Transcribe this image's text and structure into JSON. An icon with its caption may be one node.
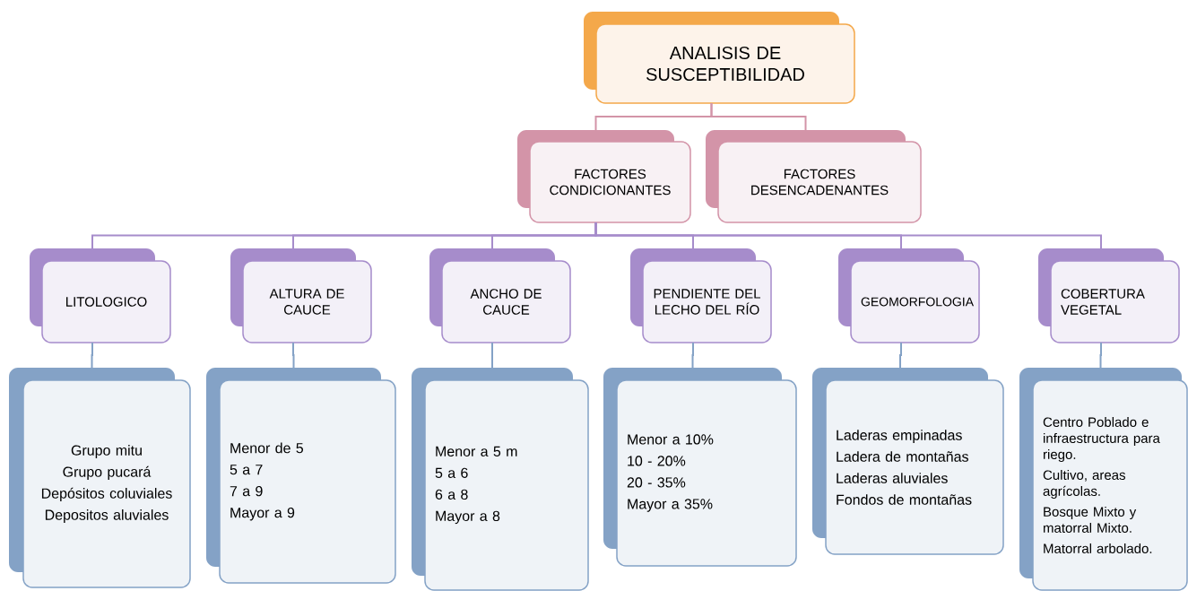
{
  "diagram": {
    "nodes": [
      {
        "text": [
          "ANALISIS DE SUSCEPTIBILIDAD"
        ]
      },
      {
        "text": [
          "FACTORES CONDICIONANTES"
        ]
      },
      {
        "text": [
          "FACTORES DESENCADENANTES"
        ]
      },
      {
        "text": [
          "LITOLOGICO"
        ]
      },
      {
        "text": [
          "ALTURA DE CAUCE"
        ]
      },
      {
        "text": [
          "ANCHO DE CAUCE"
        ]
      },
      {
        "text": [
          "PENDIENTE DEL LECHO DEL RÍO"
        ]
      },
      {
        "text": [
          "GEOMORFOLOGIA"
        ]
      },
      {
        "text": [
          "COBERTURA VEGETAL"
        ]
      },
      {
        "text": [
          "Grupo mitu",
          "Grupo pucará",
          "Depósitos coluviales",
          "Depositos aluviales"
        ]
      },
      {
        "text": [
          "Menor de 5",
          "5 a 7",
          "7 a 9",
          "Mayor a 9"
        ]
      },
      {
        "text": [
          "Menor a 5 m",
          "5 a 6",
          "6 a 8",
          "Mayor a 8"
        ]
      },
      {
        "text": [
          "Menor a 10%",
          "10 - 20%",
          "20 - 35%",
          "Mayor a 35%"
        ]
      },
      {
        "text": [
          "Laderas empinadas",
          "Ladera de montañas",
          "Laderas aluviales",
          "Fondos de montañas"
        ]
      },
      {
        "text": [
          "Centro Poblado e infraestructura para riego.",
          "Cultivo, areas agrícolas.",
          "Bosque Mixto y matorral Mixto.",
          "Matorral arbolado."
        ]
      }
    ],
    "edges": [
      {
        "from": 0,
        "to": 1,
        "arrow": "none",
        "color": "#d394a8"
      },
      {
        "from": 0,
        "to": 2,
        "arrow": "none",
        "color": "#d394a8"
      },
      {
        "from": 1,
        "to": 3,
        "arrow": "none",
        "color": "#a68ccb"
      },
      {
        "from": 1,
        "to": 4,
        "arrow": "none",
        "color": "#a68ccb"
      },
      {
        "from": 1,
        "to": 5,
        "arrow": "none",
        "color": "#a68ccb"
      },
      {
        "from": 1,
        "to": 6,
        "arrow": "none",
        "color": "#a68ccb"
      },
      {
        "from": 1,
        "to": 7,
        "arrow": "none",
        "color": "#a68ccb"
      },
      {
        "from": 1,
        "to": 8,
        "arrow": "none",
        "color": "#a68ccb"
      },
      {
        "from": 3,
        "to": 9,
        "arrow": "none",
        "color": "#84a2c6"
      },
      {
        "from": 4,
        "to": 10,
        "arrow": "none",
        "color": "#84a2c6"
      },
      {
        "from": 5,
        "to": 11,
        "arrow": "none",
        "color": "#84a2c6"
      },
      {
        "from": 6,
        "to": 12,
        "arrow": "none",
        "color": "#84a2c6"
      },
      {
        "from": 7,
        "to": 13,
        "arrow": "none",
        "color": "#84a2c6"
      },
      {
        "from": 8,
        "to": 14,
        "arrow": "none",
        "color": "#84a2c6"
      }
    ]
  }
}
